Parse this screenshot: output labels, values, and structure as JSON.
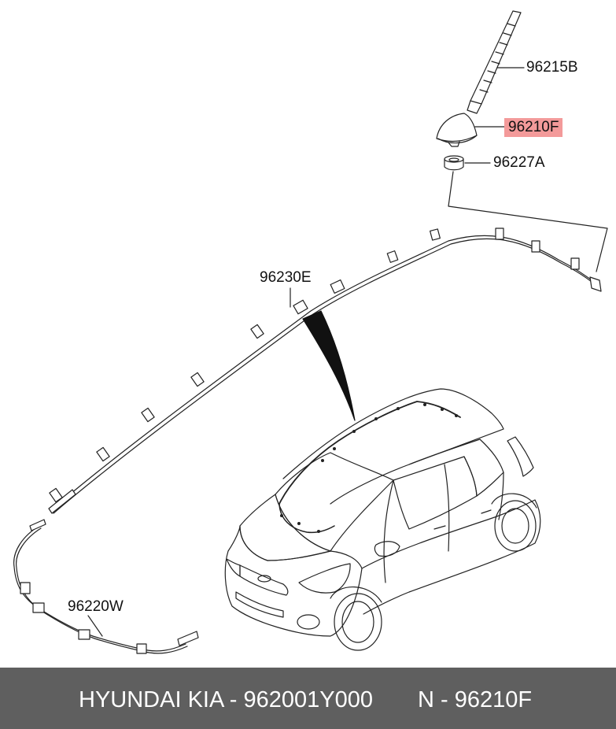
{
  "callouts": {
    "p96215b": "96215B",
    "p96210f": "96210F",
    "p96227a": "96227A",
    "p96230e": "96230E",
    "p96220w": "96220W"
  },
  "highlight_color": "#f39a9a",
  "footer": {
    "brand": "HYUNDAI  KIA - 962001Y000",
    "part": "N - 96210F",
    "background": "#5f5f5f"
  }
}
